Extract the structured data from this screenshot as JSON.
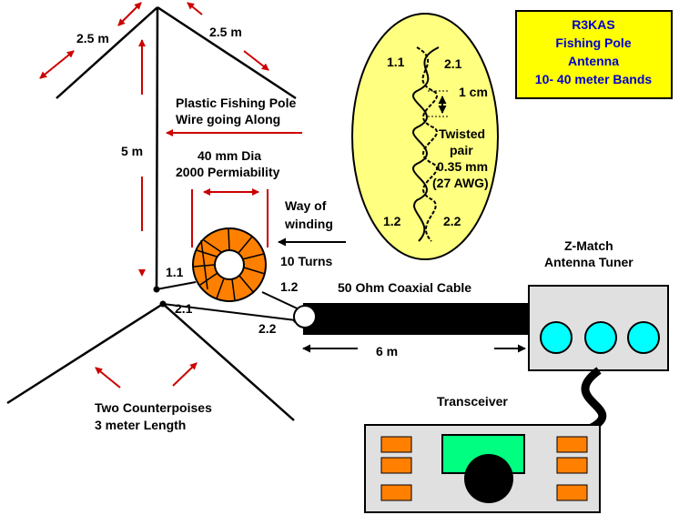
{
  "title_box": {
    "line1": "R3KAS",
    "line2": "Fishing Pole",
    "line3": "Antenna",
    "line4": "10- 40 meter Bands",
    "fill_color": "#ffff00",
    "text_color": "#0000cc"
  },
  "antenna": {
    "left_arm": "2.5 m",
    "right_arm": "2.5 m",
    "height": "5 m",
    "pole_line1": "Plastic Fishing Pole",
    "pole_line2": "Wire going Along"
  },
  "core": {
    "line1": "40 mm Dia",
    "line2": "2000 Permiability",
    "color": "#ff8000"
  },
  "winding": {
    "line1": "Way of",
    "line2": "winding",
    "turns": "10 Turns"
  },
  "twisted_pair": {
    "top_left": "1.1",
    "top_right": "2.1",
    "spacing": "1 cm",
    "line1": "Twisted",
    "line2": "pair",
    "line3": "0.35 mm",
    "line4": "(27 AWG)",
    "bottom_left": "1.2",
    "bottom_right": "2.2",
    "fill_color": "#ffff80"
  },
  "terminals": {
    "t11": "1.1",
    "t21": "2.1",
    "t12": "1.2",
    "t22": "2.2"
  },
  "coax": {
    "label": "50 Ohm Coaxial Cable",
    "length": "6 m"
  },
  "tuner": {
    "line1": "Z-Match",
    "line2": "Antenna Tuner",
    "knob_color": "#00ffff"
  },
  "counterpoise": {
    "line1": "Two Counterpoises",
    "line2": "3 meter Length"
  },
  "transceiver": {
    "label": "Transceiver",
    "display_color": "#00ff80",
    "button_color": "#ff8000"
  }
}
